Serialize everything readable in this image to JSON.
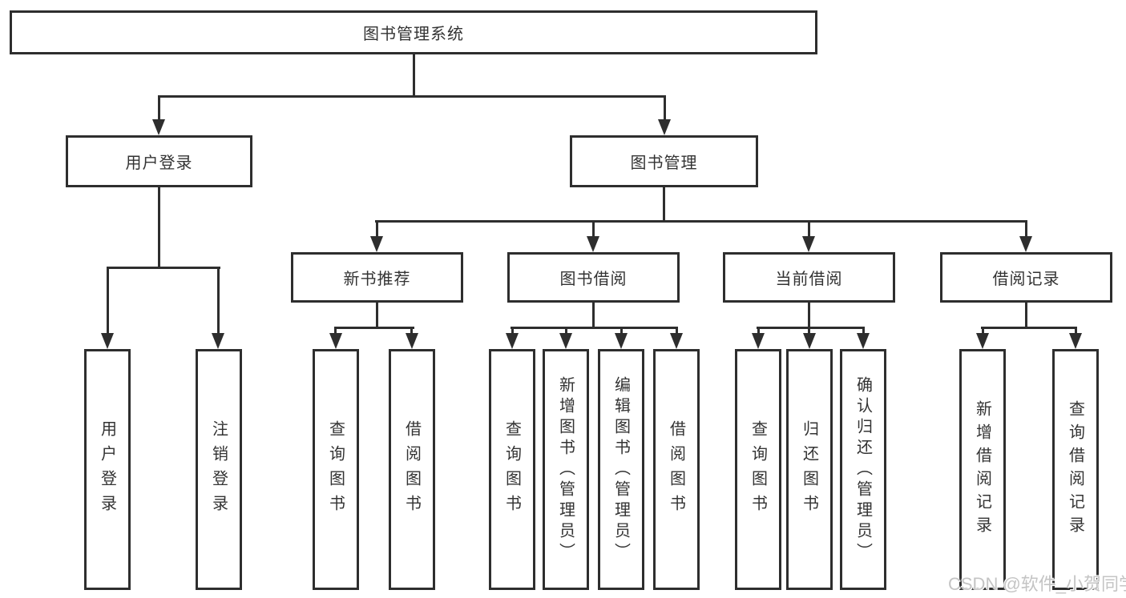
{
  "colors": {
    "line": "#2e2e2e",
    "box_border": "#2e2e2e",
    "box_fill": "#ffffff",
    "text": "#333333",
    "background": "#ffffff"
  },
  "watermark": {
    "text": "CSDN @软件_小贺同学",
    "color": "#c4c4c4"
  },
  "tree": {
    "root": {
      "label": "图书管理系统",
      "children": [
        {
          "label": "用户登录",
          "children": [
            {
              "label": "用户登录"
            },
            {
              "label": "注销登录"
            }
          ]
        },
        {
          "label": "图书管理",
          "children": [
            {
              "label": "新书推荐",
              "children": [
                {
                  "label": "查询图书"
                },
                {
                  "label": "借阅图书"
                }
              ]
            },
            {
              "label": "图书借阅",
              "children": [
                {
                  "label": "查询图书"
                },
                {
                  "label": "新增图书（管理员）"
                },
                {
                  "label": "编辑图书（管理员）"
                },
                {
                  "label": "借阅图书"
                }
              ]
            },
            {
              "label": "当前借阅",
              "children": [
                {
                  "label": "查询图书"
                },
                {
                  "label": "归还图书"
                },
                {
                  "label": "确认归还（管理员）"
                }
              ]
            },
            {
              "label": "借阅记录",
              "children": [
                {
                  "label": "新增借阅记录"
                },
                {
                  "label": "查询借阅记录"
                }
              ]
            }
          ]
        }
      ]
    }
  }
}
